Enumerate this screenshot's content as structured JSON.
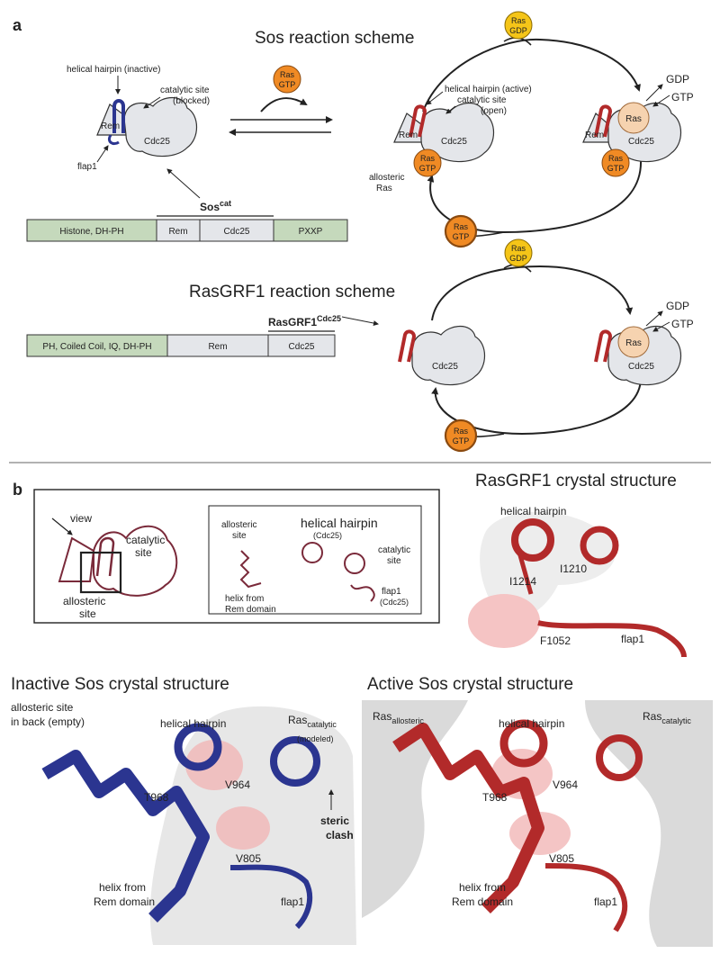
{
  "panel_a": {
    "letter": "a",
    "sos_title": "Sos reaction scheme",
    "rasgrf1_title": "RasGRF1 reaction scheme",
    "hairpin_inactive": "helical hairpin (inactive)",
    "catalytic_blocked_1": "catalytic site",
    "catalytic_blocked_2": "(blocked)",
    "rem": "Rem",
    "cdc25": "Cdc25",
    "flap1": "flap1",
    "hairpin_active": "helical hairpin (active)",
    "catalytic_open_1": "catalytic  site",
    "catalytic_open_2": "(open)",
    "allosteric_ras_1": "allosteric",
    "allosteric_ras_2": "Ras",
    "ras": "Ras",
    "gdp_label": "GDP",
    "gtp_label": "GTP",
    "gdp_out": "GDP",
    "gtp_in": "GTP",
    "sos_cat_base": "Sos",
    "sos_cat_sup": "cat",
    "rasgrf1_cdc25_base": "RasGRF1",
    "rasgrf1_cdc25_sup": "Cdc25",
    "sos_bar": [
      "Histone, DH-PH",
      "Rem",
      "Cdc25",
      "PXXP"
    ],
    "rasgrf1_bar": [
      "PH, Coiled Coil, IQ, DH-PH",
      "Rem",
      "Cdc25"
    ]
  },
  "panel_b": {
    "letter": "b",
    "schematic": {
      "view": "view",
      "catalytic_site_1": "catalytic",
      "catalytic_site_2": "site",
      "allosteric_site_1": "allosteric",
      "allosteric_site_2": "site"
    },
    "inset": {
      "allosteric_site_1": "allosteric",
      "allosteric_site_2": "site",
      "helical_hairpin": "helical  hairpin",
      "hairpin_sub": "(Cdc25)",
      "catalytic_site_1": "catalytic",
      "catalytic_site_2": "site",
      "helix_from_1": "helix from",
      "helix_from_2": "Rem domain",
      "flap1": "flap1",
      "flap1_sub": "(Cdc25)"
    },
    "rasgrf1_structure": {
      "title": "RasGRF1 crystal structure",
      "helical_hairpin": "helical hairpin",
      "residues": [
        "I1210",
        "I1214",
        "F1052"
      ],
      "flap1": "flap1"
    },
    "inactive_structure": {
      "title": "Inactive Sos crystal structure",
      "allosteric_note_1": "allosteric site",
      "allosteric_note_2": "in back (empty)",
      "helical_hairpin": "helical hairpin",
      "ras_catalytic_base": "Ras",
      "ras_catalytic_sub": "catalytic",
      "modeled": "(modeled)",
      "residues": [
        "T968",
        "V964",
        "V805"
      ],
      "steric_1": "steric",
      "steric_2": "clash",
      "helix_from_1": "helix from",
      "helix_from_2": "Rem domain",
      "flap1": "flap1"
    },
    "active_structure": {
      "title": "Active Sos crystal structure",
      "ras_allosteric_base": "Ras",
      "ras_allosteric_sub": "allosteric",
      "ras_catalytic_base": "Ras",
      "ras_catalytic_sub": "catalytic",
      "helical_hairpin": "helical hairpin",
      "residues": [
        "T968",
        "V964",
        "V805"
      ],
      "helix_from_1": "helix from",
      "helix_from_2": "Rem domain",
      "flap1": "flap1"
    }
  },
  "colors": {
    "ras_gtp": "#F08A24",
    "ras_gdp": "#F5C518",
    "ras_bound": "#F6D3B0",
    "domain_fill": "#E4E6EA",
    "green_box": "#C5D9BC",
    "inactive_blue": "#2B3590",
    "active_red": "#B22A2A",
    "highlight_pink": "#F1B7B7"
  }
}
